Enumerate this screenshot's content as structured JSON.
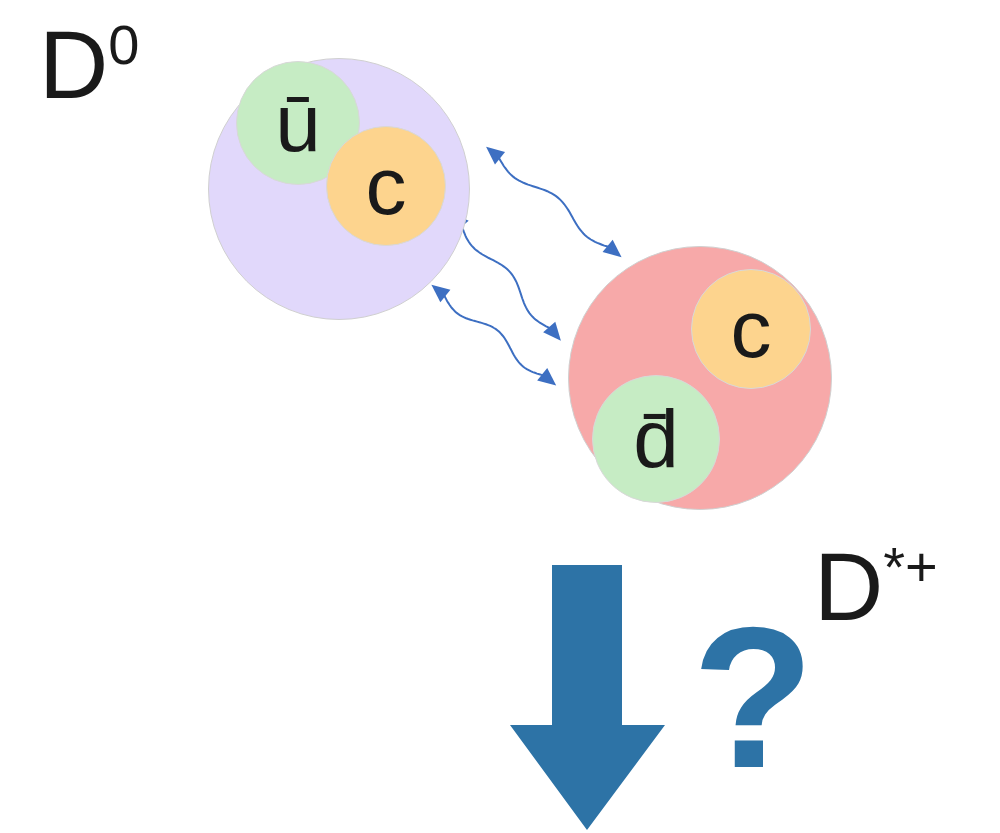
{
  "diagram": {
    "nodes": [
      {
        "text": [
          "D",
          "0"
        ]
      },
      {
        "text": [
          "ū"
        ],
        "in": 0
      },
      {
        "text": [
          "c"
        ],
        "in": 0
      },
      {
        "text": [
          "D",
          "*+"
        ]
      },
      {
        "text": [
          "c"
        ],
        "in": 3
      },
      {
        "text": [
          "d̄"
        ],
        "in": 3
      }
    ],
    "edges": [
      {
        "from": 0,
        "to": 3,
        "arrow": "both"
      },
      {
        "from": 2,
        "to": 3,
        "arrow": "both"
      },
      {
        "from": 0,
        "to": 3,
        "arrow": "both"
      }
    ],
    "labels": [
      "?"
    ]
  }
}
